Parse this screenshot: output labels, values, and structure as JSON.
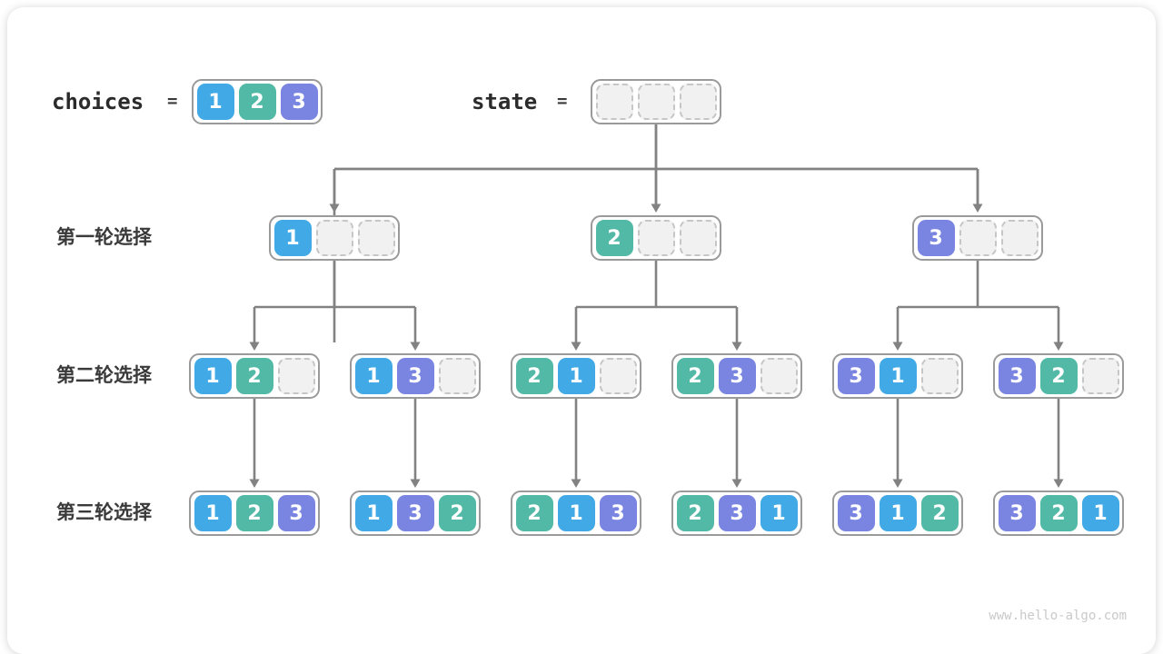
{
  "colors": {
    "1": "#41A9E6",
    "2": "#52B9A6",
    "3": "#7A85E2",
    "arrow": "#828282"
  },
  "header": {
    "choices_label": "choices",
    "choices_equals": "=",
    "choices_cells": [
      1,
      2,
      3
    ],
    "state_label": "state",
    "state_equals": "=",
    "state_cells": [
      null,
      null,
      null
    ]
  },
  "rows": [
    {
      "label": "第一轮选择",
      "nodes": [
        {
          "cells": [
            1,
            null,
            null
          ]
        },
        {
          "cells": [
            2,
            null,
            null
          ]
        },
        {
          "cells": [
            3,
            null,
            null
          ]
        }
      ]
    },
    {
      "label": "第二轮选择",
      "nodes": [
        {
          "cells": [
            1,
            2,
            null
          ]
        },
        {
          "cells": [
            1,
            3,
            null
          ]
        },
        {
          "cells": [
            2,
            1,
            null
          ]
        },
        {
          "cells": [
            2,
            3,
            null
          ]
        },
        {
          "cells": [
            3,
            1,
            null
          ]
        },
        {
          "cells": [
            3,
            2,
            null
          ]
        }
      ]
    },
    {
      "label": "第三轮选择",
      "nodes": [
        {
          "cells": [
            1,
            2,
            3
          ]
        },
        {
          "cells": [
            1,
            3,
            2
          ]
        },
        {
          "cells": [
            2,
            1,
            3
          ]
        },
        {
          "cells": [
            2,
            3,
            1
          ]
        },
        {
          "cells": [
            3,
            1,
            2
          ]
        },
        {
          "cells": [
            3,
            2,
            1
          ]
        }
      ]
    }
  ],
  "watermark": "www.hello-algo.com"
}
